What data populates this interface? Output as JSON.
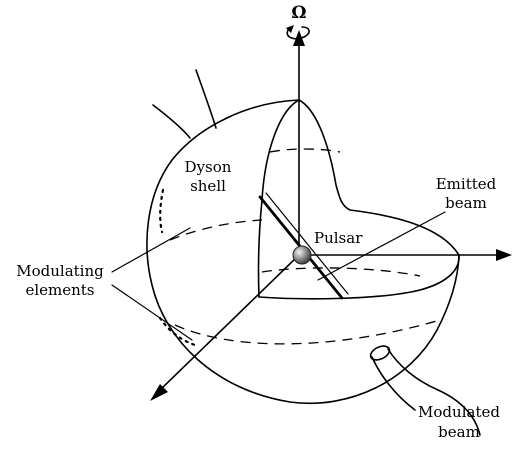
{
  "labels": {
    "omega": "Ω",
    "dyson_line1": "Dyson",
    "dyson_line2": "shell",
    "emitted_line1": "Emitted",
    "emitted_line2": "beam",
    "pulsar": "Pulsar",
    "modulating_line1": "Modulating",
    "modulating_line2": "elements",
    "modulated_line1": "Modulated",
    "modulated_line2": "beam"
  }
}
